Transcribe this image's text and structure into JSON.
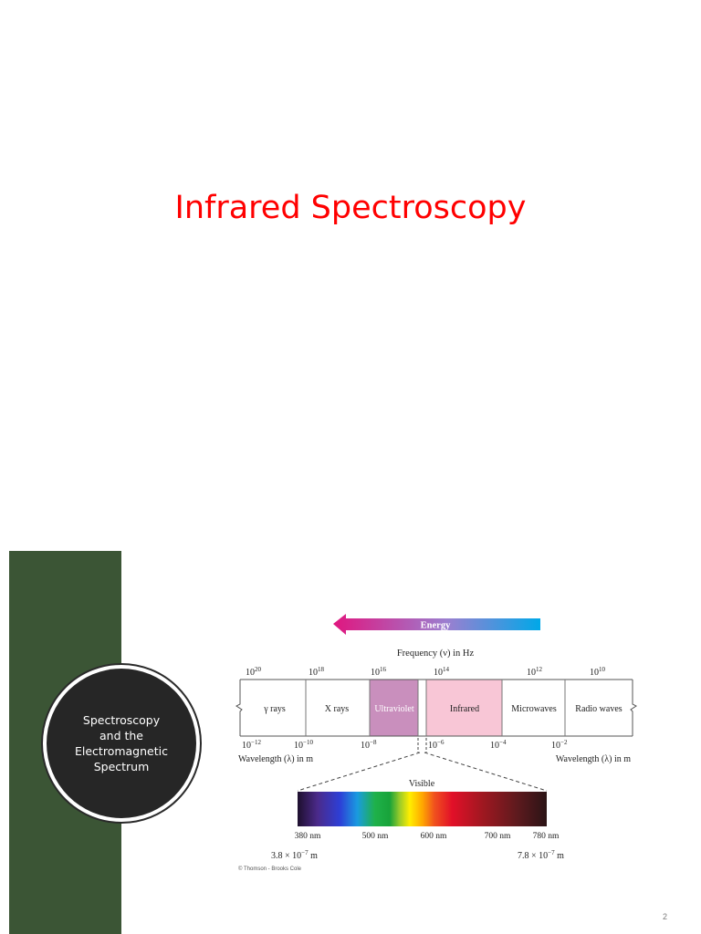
{
  "slide": {
    "title": "Infrared Spectroscopy",
    "section_label_lines": [
      "Spectroscopy",
      "and the",
      "Electromagnetic",
      "Spectrum"
    ],
    "page_number": "2"
  },
  "diagram": {
    "energy_label": "Energy",
    "frequency_axis_label": "Frequency (ν) in Hz",
    "frequency_ticks": [
      {
        "base": "10",
        "exp": "20"
      },
      {
        "base": "10",
        "exp": "18"
      },
      {
        "base": "10",
        "exp": "16"
      },
      {
        "base": "10",
        "exp": "14"
      },
      {
        "base": "10",
        "exp": "12"
      },
      {
        "base": "10",
        "exp": "10"
      }
    ],
    "bands": [
      "γ rays",
      "X rays",
      "Ultraviolet",
      "Infrared",
      "Microwaves",
      "Radio waves"
    ],
    "wavelength_ticks": [
      {
        "base": "10",
        "exp": "−12"
      },
      {
        "base": "10",
        "exp": "−10"
      },
      {
        "base": "10",
        "exp": "−8"
      },
      {
        "base": "10",
        "exp": "−6"
      },
      {
        "base": "10",
        "exp": "−4"
      },
      {
        "base": "10",
        "exp": "−2"
      }
    ],
    "wavelength_axis_label": "Wavelength (λ) in m",
    "visible_label": "Visible",
    "visible_ticks": [
      "380 nm",
      "500 nm",
      "600 nm",
      "700 nm",
      "780 nm"
    ],
    "visible_min_prefix": "3.8 × 10",
    "visible_min_exp": "−7",
    "visible_max_prefix": "7.8 × 10",
    "visible_max_exp": "−7",
    "unit_m": " m",
    "credit": "© Thomson - Brooks Cole"
  },
  "colors": {
    "title": "#ff0000",
    "side_bar": "#3b5535",
    "circle": "#262626",
    "ultraviolet": "#c98fbd",
    "infrared": "#f8c6d6",
    "energy_start": "#e0167f",
    "energy_end": "#00a8e8"
  }
}
